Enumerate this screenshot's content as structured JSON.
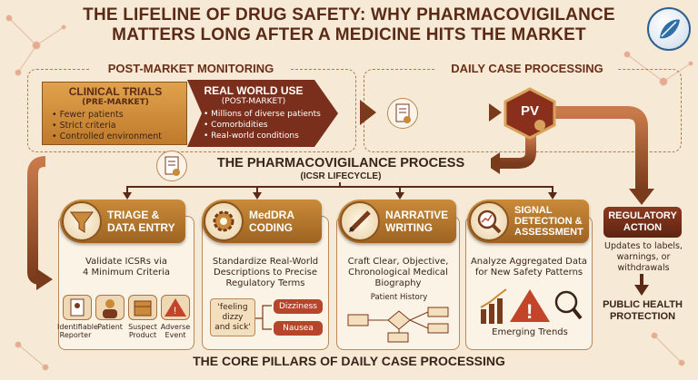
{
  "title": {
    "line1": "THE LIFELINE OF DRUG SAFETY: WHY PHARMACOVIGILANCE",
    "line2": "MATTERS LONG AFTER A MEDICINE HITS THE MARKET"
  },
  "sections": {
    "post_market": "POST-MARKET MONITORING",
    "daily": "DAILY CASE PROCESSING"
  },
  "clinical": {
    "title": "CLINICAL TRIALS",
    "subtitle": "(PRE-MARKET)",
    "items": [
      "Fewer patients",
      "Strict criteria",
      "Controlled environment"
    ]
  },
  "realworld": {
    "title": "REAL WORLD USE",
    "subtitle": "(POST-MARKET)",
    "items": [
      "Millions of diverse patients",
      "Comorbidities",
      "Real-world conditions"
    ]
  },
  "pv_badge": "PV",
  "process": {
    "title": "THE PHARMACOVIGILANCE PROCESS",
    "subtitle": "(ICSR LIFECYCLE)"
  },
  "pillars": [
    {
      "title1": "TRIAGE &",
      "title2": "DATA ENTRY",
      "desc1": "Validate ICSRs via",
      "desc2": "4 Minimum Criteria",
      "criteria": [
        {
          "l1": "Identifiable",
          "l2": "Reporter"
        },
        {
          "l1": "Patient",
          "l2": ""
        },
        {
          "l1": "Suspect",
          "l2": "Product"
        },
        {
          "l1": "Adverse",
          "l2": "Event"
        }
      ]
    },
    {
      "title1": "MedDRA",
      "title2": "CODING",
      "desc1": "Standardize Real-World",
      "desc2": "Descriptions to Precise",
      "desc3": "Regulatory Terms",
      "quote1": "'feeling",
      "quote2": "dizzy",
      "quote3": "and sick'",
      "term1": "Dizziness",
      "term2": "Nausea"
    },
    {
      "title1": "NARRATIVE",
      "title2": "WRITING",
      "desc1": "Craft Clear, Objective,",
      "desc2": "Chronological Medical",
      "desc3": "Biography",
      "flow_label": "Patient History"
    },
    {
      "title1": "SIGNAL",
      "title2": "DETECTION &",
      "title3": "ASSESSMENT",
      "desc1": "Analyze Aggregated Data",
      "desc2": "for New Safety Patterns",
      "trend_label": "Emerging Trends"
    }
  ],
  "regulatory": {
    "title1": "REGULATORY",
    "title2": "ACTION",
    "desc1": "Updates to labels,",
    "desc2": "warnings, or",
    "desc3": "withdrawals",
    "outcome1": "PUBLIC HEALTH",
    "outcome2": "PROTECTION"
  },
  "footer": "THE CORE PILLARS OF DAILY CASE PROCESSING",
  "colors": {
    "background": "#f6ead6",
    "dark_brown": "#5a2a16",
    "gold": "#c98b39",
    "maroon": "#6b2a1a",
    "warning_red": "#c2452a"
  }
}
